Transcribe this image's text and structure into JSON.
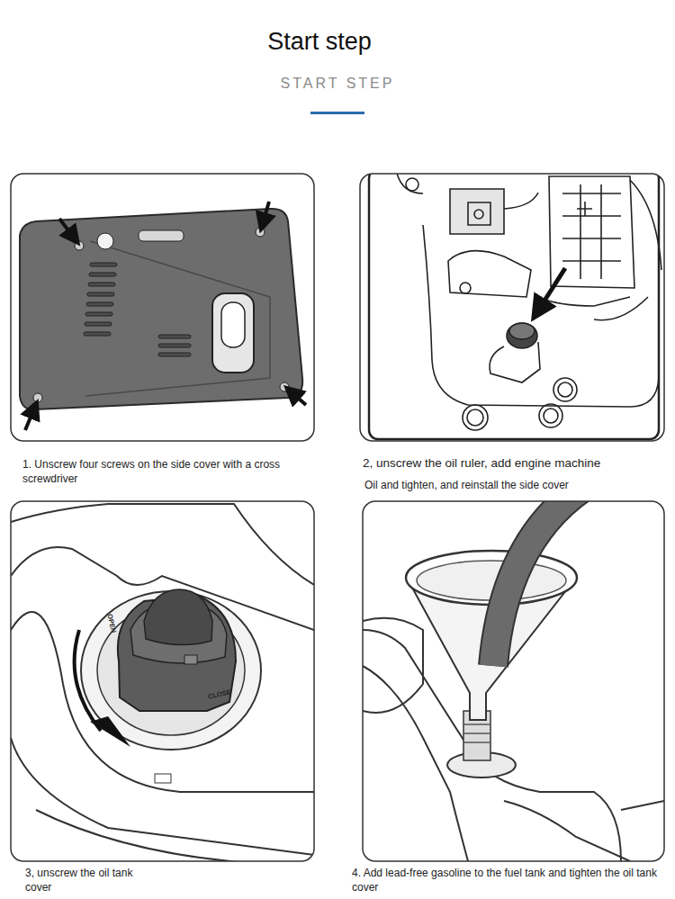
{
  "diagram": {
    "title": "Start step",
    "labels": [
      "START STEP",
      "1. Unscrew four screws on the side cover with a cross screwdriver",
      "2, unscrew the oil ruler, add engine machine",
      "Oil and tighten, and reinstall the side cover",
      "3, unscrew the oil tank cover",
      "4. Add lead-free gasoline to the fuel tank and tighten the oil tank cover",
      "OPEN",
      "CLOSE"
    ]
  }
}
